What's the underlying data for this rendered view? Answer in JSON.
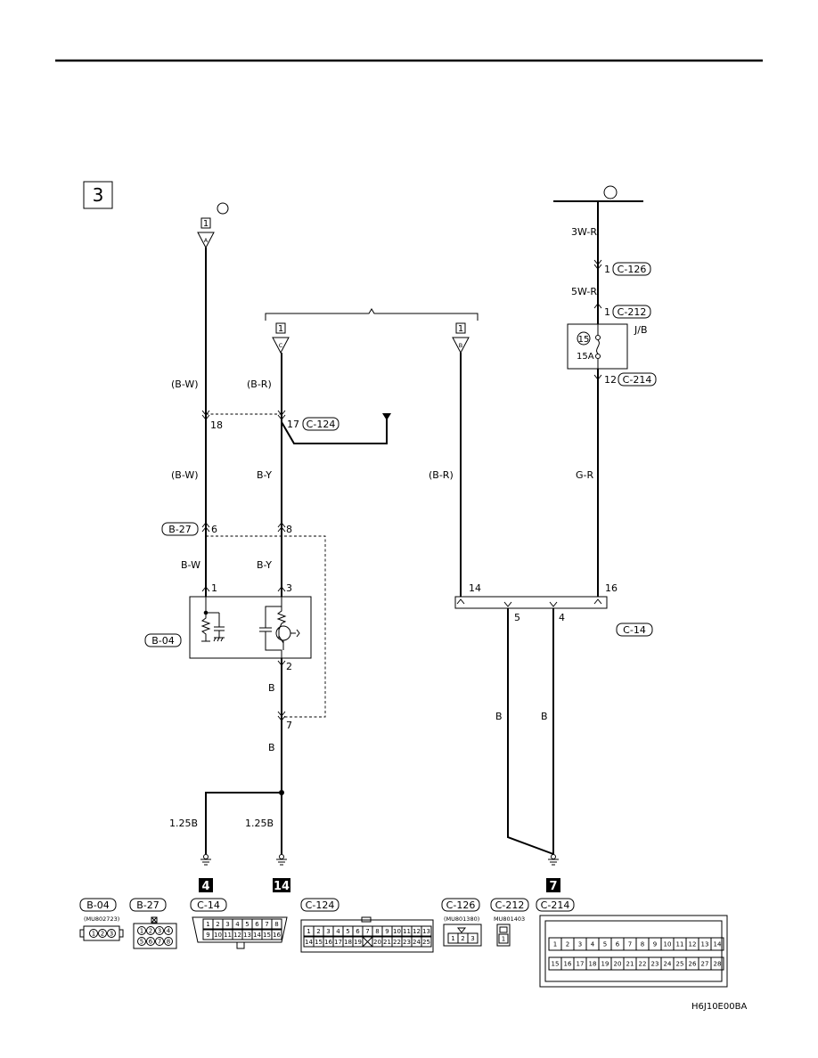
{
  "page": {
    "figure_code": "H6J10E00BA",
    "section_number": "3"
  },
  "connectors": {
    "b04": "B-04",
    "b27": "B-27",
    "c14": "C-14",
    "c124": "C-124",
    "c126": "C-126",
    "c212": "C-212",
    "c214": "C-214"
  },
  "wires": {
    "left_a": "(B-W)",
    "left_b": "(B-W)",
    "left_c": "B-W",
    "mid_a": "(B-R)",
    "mid_b": "B-Y",
    "mid_c": "B-Y",
    "mid_d": "B",
    "mid_e": "B",
    "ground_left": "1.25B",
    "ground_mid": "1.25B",
    "right_b": "(B-R)",
    "c14_5": "B",
    "c14_4": "B",
    "top_r1": "3W-R",
    "top_r2": "5W-R",
    "top_r3": "G-R"
  },
  "pins": {
    "p18": "18",
    "p17": "17",
    "p6": "6",
    "p8": "8",
    "p1": "1",
    "p3": "3",
    "p2": "2",
    "p7": "7",
    "p14": "14",
    "p16": "16",
    "p5": "5",
    "p4": "4",
    "p126": "1",
    "p212": "1",
    "p214": "12"
  },
  "terminals": {
    "a": "A",
    "c": "C",
    "b": "B",
    "index_a": "1",
    "index_c": "1",
    "index_b": "1"
  },
  "fuse": {
    "number": "15",
    "rating": "15A",
    "box": "J/B"
  },
  "grounds": {
    "g4": "4",
    "g14": "14",
    "g7": "7"
  },
  "connector_views": {
    "b04_part": "(MU802723)",
    "c126_part": "(MU801380)",
    "c212_part": "MU801403",
    "b04_pins": [
      "1",
      "2",
      "3"
    ],
    "b27_pins_top": [
      "1",
      "2",
      "3",
      "4"
    ],
    "b27_pins_bottom": [
      "5",
      "6",
      "7",
      "8"
    ],
    "c14_top": [
      "1",
      "2",
      "3",
      "4",
      "5",
      "6",
      "7",
      "8"
    ],
    "c14_bottom": [
      "9",
      "10",
      "11",
      "12",
      "13",
      "14",
      "15",
      "16"
    ],
    "c124_top": [
      "1",
      "2",
      "3",
      "4",
      "5",
      "6",
      "7",
      "8",
      "9",
      "10",
      "11",
      "12",
      "13"
    ],
    "c124_bottom": [
      "14",
      "15",
      "16",
      "17",
      "18",
      "19",
      "",
      "20",
      "21",
      "22",
      "23",
      "24",
      "25"
    ],
    "c126_pins": [
      "1",
      "2",
      "3"
    ],
    "c212_pins": [
      "1"
    ],
    "c214_top": [
      "1",
      "2",
      "3",
      "4",
      "5",
      "6",
      "7",
      "8",
      "9",
      "10",
      "11",
      "12",
      "13",
      "14"
    ],
    "c214_bottom": [
      "15",
      "16",
      "17",
      "18",
      "19",
      "20",
      "21",
      "22",
      "23",
      "24",
      "25",
      "26",
      "27",
      "28"
    ]
  }
}
